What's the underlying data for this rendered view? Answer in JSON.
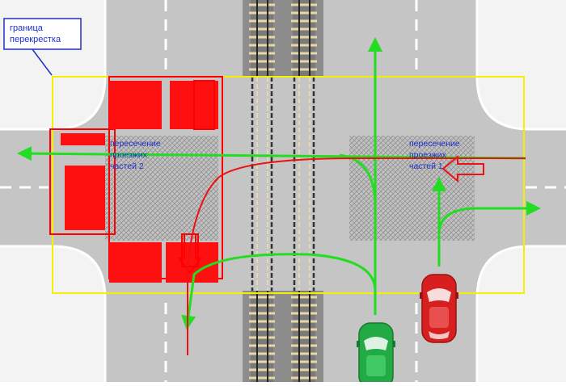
{
  "boundary_label": {
    "line1": "граница",
    "line2": "перекрестка"
  },
  "crossing_left_label": {
    "line1": "пересечение",
    "line2": "проезжих",
    "line3": "частей 2"
  },
  "crossing_right_label": {
    "line1": "пересечение",
    "line2": "проезжих",
    "line3": "частей 1"
  },
  "colors": {
    "asphalt": "#c5c5c5",
    "sidewalk": "#f3f3f3",
    "boundary": "#f2f200",
    "label_text": "#1c2fc9",
    "green_path": "#22dd22",
    "red_path": "#ee1111",
    "red_car": "#d81f1f",
    "green_car": "#22aa44"
  }
}
